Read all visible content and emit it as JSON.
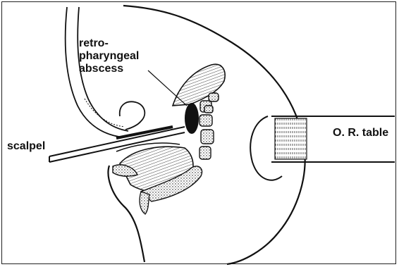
{
  "labels": {
    "abscess_line1": "retro-",
    "abscess_line2": "pharyngeal",
    "abscess_line3": "abscess",
    "scalpel": "scalpel",
    "or_table": "O. R. table"
  },
  "colors": {
    "ink": "#111111",
    "background": "#ffffff"
  }
}
